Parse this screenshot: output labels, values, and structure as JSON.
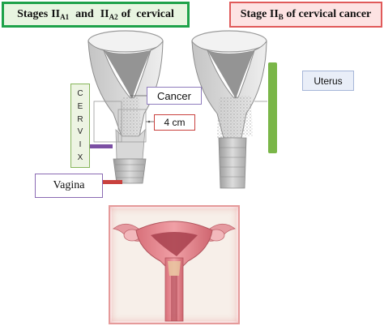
{
  "header_left": {
    "word1": "Stages",
    "s1_main": "II",
    "s1_sub": "A1",
    "and": "and",
    "s2_main": "II",
    "s2_sub": "A2",
    "rest": "of  cervical"
  },
  "header_right": {
    "prefix": "Stage",
    "s_main": "II",
    "s_sub": "B",
    "rest": "of cervical cancer"
  },
  "cervix_letters": [
    "C",
    "E",
    "R",
    "V",
    "I",
    "X"
  ],
  "labels": {
    "cancer": "Cancer",
    "size": "4 cm",
    "vagina": "Vagina",
    "uterus": "Uterus"
  },
  "colors": {
    "green_border": "#1ea24a",
    "red_border": "#e05a5a",
    "stage_bar": "#7ab648",
    "cervix_connector": "#7b4fa3",
    "vagina_connector": "#c9413e"
  }
}
